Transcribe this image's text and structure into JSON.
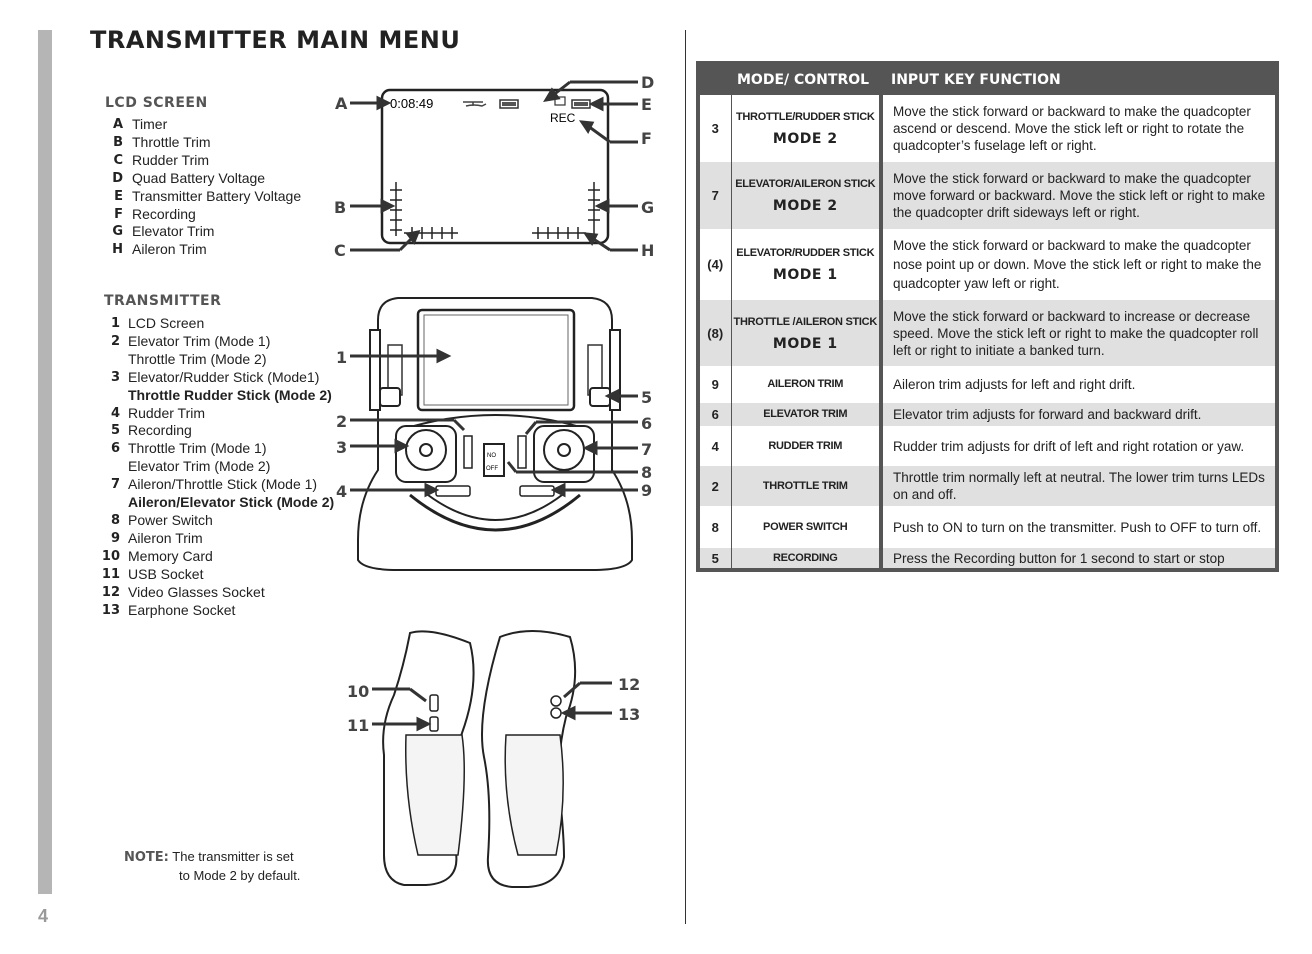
{
  "page": {
    "title": "TRANSMITTER MAIN MENU",
    "page_number": "4"
  },
  "lcd": {
    "heading": "LCD SCREEN",
    "items": [
      {
        "key": "A",
        "label": "Timer"
      },
      {
        "key": "B",
        "label": "Throttle Trim"
      },
      {
        "key": "C",
        "label": "Rudder Trim"
      },
      {
        "key": "D",
        "label": "Quad Battery Voltage"
      },
      {
        "key": "E",
        "label": "Transmitter Battery Voltage"
      },
      {
        "key": "F",
        "label": "Recording"
      },
      {
        "key": "G",
        "label": "Elevator Trim"
      },
      {
        "key": "H",
        "label": "Aileron Trim"
      }
    ],
    "screen_timer": "0:08:49",
    "screen_rec": "REC",
    "callouts": {
      "A": "A",
      "B": "B",
      "C": "C",
      "D": "D",
      "E": "E",
      "F": "F",
      "G": "G",
      "H": "H"
    }
  },
  "transmitter": {
    "heading": "TRANSMITTER",
    "items": [
      {
        "key": "1",
        "label": "LCD Screen",
        "sub": ""
      },
      {
        "key": "2",
        "label": "Elevator Trim (Mode 1)",
        "sub": "Throttle Trim (Mode 2)"
      },
      {
        "key": "3",
        "label": "Elevator/Rudder Stick (Mode1)",
        "sub": "Throttle Rudder Stick (Mode 2)"
      },
      {
        "key": "4",
        "label": "Rudder Trim",
        "sub": ""
      },
      {
        "key": "5",
        "label": "Recording",
        "sub": ""
      },
      {
        "key": "6",
        "label": "Throttle Trim (Mode 1)",
        "sub": "Elevator Trim (Mode 2)"
      },
      {
        "key": "7",
        "label": "Aileron/Throttle Stick (Mode 1)",
        "sub": "Aileron/Elevator Stick (Mode 2)"
      },
      {
        "key": "8",
        "label": "Power Switch",
        "sub": ""
      },
      {
        "key": "9",
        "label": "Aileron Trim",
        "sub": ""
      },
      {
        "key": "10",
        "label": "Memory Card",
        "sub": ""
      },
      {
        "key": "11",
        "label": "USB Socket",
        "sub": ""
      },
      {
        "key": "12",
        "label": "Video Glasses Socket",
        "sub": ""
      },
      {
        "key": "13",
        "label": "Earphone Socket",
        "sub": ""
      }
    ],
    "callouts": [
      "1",
      "2",
      "3",
      "4",
      "5",
      "6",
      "7",
      "8",
      "9",
      "10",
      "11",
      "12",
      "13"
    ],
    "switch_on": "NO",
    "switch_off": "OFF"
  },
  "note": {
    "label": "NOTE:",
    "line1": "The transmitter is set",
    "line2": "to Mode 2 by default."
  },
  "table": {
    "headers": [
      "MODE/ CONTROL",
      "INPUT KEY FUNCTION"
    ],
    "rows": [
      {
        "num": "3",
        "control": "THROTTLE/RUDDER STICK",
        "mode": "MODE 2",
        "function": "Move the stick forward or backward to make the quadcopter ascend or descend. Move the stick left or right to rotate the quadcopter’s fuselage left or right."
      },
      {
        "num": "7",
        "control": "ELEVATOR/AILERON STICK",
        "mode": "MODE 2",
        "function": "Move the stick forward or backward to make the quadcopter move forward or backward. Move the stick left or right to make the quadcopter drift sideways left or right."
      },
      {
        "num": "(4)",
        "control": "ELEVATOR/RUDDER STICK",
        "mode": "MODE 1",
        "function": "Move the stick forward or backward to make the quadcopter nose point up or down. Move the stick left or right to make the quadcopter yaw left or right."
      },
      {
        "num": "(8)",
        "control": "THROTTLE /AILERON STICK",
        "mode": "MODE 1",
        "function": "Move the stick forward or backward to increase or decrease speed. Move the stick left or right to make the quadcopter roll left or right to initiate a banked turn."
      },
      {
        "num": "9",
        "control": "AILERON TRIM",
        "mode": "",
        "function": "Aileron trim adjusts for left and right drift."
      },
      {
        "num": "6",
        "control": "ELEVATOR TRIM",
        "mode": "",
        "function": "Elevator trim adjusts for forward and backward drift."
      },
      {
        "num": "4",
        "control": "RUDDER TRIM",
        "mode": "",
        "function": "Rudder trim adjusts for drift of left and right rotation or yaw."
      },
      {
        "num": "2",
        "control": "THROTTLE TRIM",
        "mode": "",
        "function": "Throttle trim normally left at neutral. The lower trim turns LEDs on and off."
      },
      {
        "num": "8",
        "control": "POWER SWITCH",
        "mode": "",
        "function": "Push to ON to turn on the transmitter. Push to OFF to turn off."
      },
      {
        "num": "5",
        "control": "RECORDING",
        "mode": "",
        "function": "Press the Recording button  for 1 second to start or stop"
      }
    ]
  }
}
